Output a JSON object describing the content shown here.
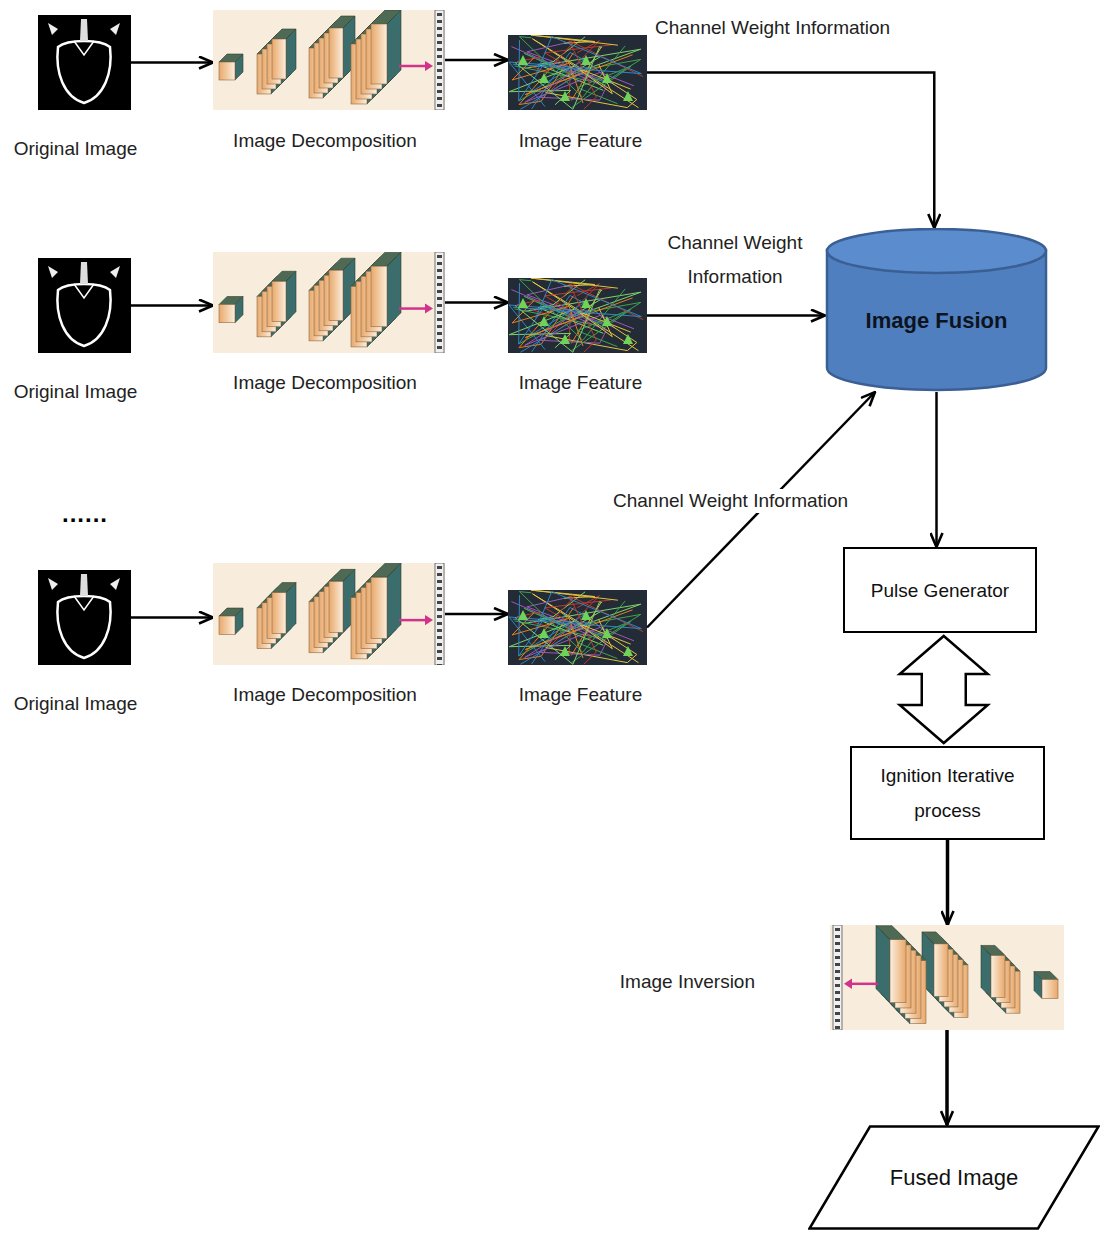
{
  "diagram": {
    "nodes": [
      {
        "text": [
          "Original Image"
        ]
      },
      {
        "text": [
          "Image Decomposition"
        ]
      },
      {
        "text": [
          "Image Feature"
        ]
      },
      {
        "text": [
          "Image Fusion"
        ]
      },
      {
        "text": [
          "Original Image"
        ]
      },
      {
        "text": [
          "Image Decomposition"
        ]
      },
      {
        "text": [
          "Image Feature"
        ]
      },
      {
        "text": [
          "Original Image"
        ]
      },
      {
        "text": [
          "Image Decomposition"
        ]
      },
      {
        "text": [
          "Image Feature"
        ]
      },
      {
        "text": [
          "Pulse Generator"
        ]
      },
      {
        "text": [
          "Ignition Iterative process"
        ]
      },
      {
        "text": [
          "Image Inversion"
        ]
      },
      {
        "text": [
          "Fused Image"
        ]
      }
    ],
    "edges": [
      {
        "from": 0,
        "to": 1,
        "arrow": "to"
      },
      {
        "from": 1,
        "to": 2,
        "arrow": "to"
      },
      {
        "from": 2,
        "to": 3,
        "label": "Channel Weight Information",
        "arrow": "to"
      },
      {
        "from": 4,
        "to": 5,
        "arrow": "to"
      },
      {
        "from": 5,
        "to": 6,
        "arrow": "to"
      },
      {
        "from": 6,
        "to": 3,
        "label": "Channel Weight Information",
        "arrow": "to"
      },
      {
        "from": 7,
        "to": 8,
        "arrow": "to"
      },
      {
        "from": 8,
        "to": 9,
        "arrow": "to"
      },
      {
        "from": 9,
        "to": 3,
        "label": "Channel Weight Information",
        "arrow": "to"
      },
      {
        "from": 3,
        "to": 10,
        "arrow": "to"
      },
      {
        "from": 10,
        "to": 11,
        "arrow": "both"
      },
      {
        "from": 11,
        "to": 12,
        "arrow": "to"
      },
      {
        "from": 12,
        "to": 13,
        "arrow": "to"
      }
    ],
    "labels": [
      "......"
    ]
  }
}
